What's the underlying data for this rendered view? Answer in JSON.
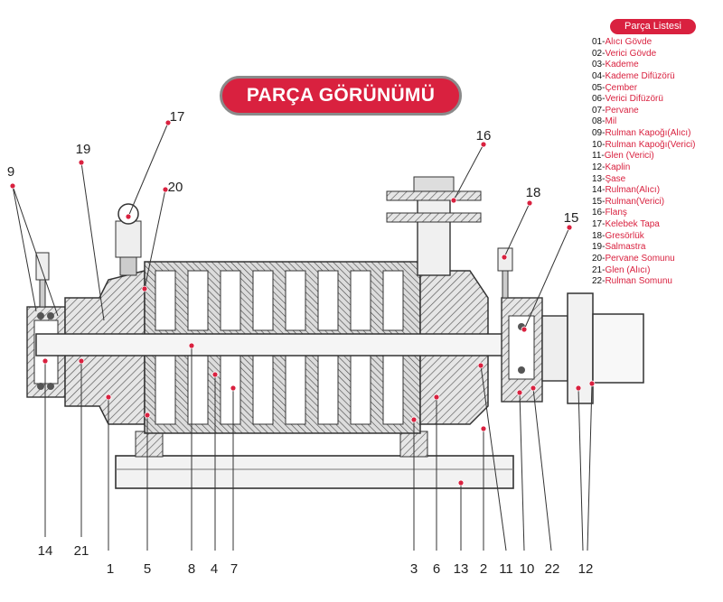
{
  "title": "PARÇA GÖRÜNÜMÜ",
  "legend": {
    "title": "Parça Listesi",
    "items": [
      {
        "num": "01-",
        "name": "Alıcı Gövde"
      },
      {
        "num": "02-",
        "name": "Verici Gövde"
      },
      {
        "num": "03-",
        "name": "Kademe"
      },
      {
        "num": "04-",
        "name": "Kademe Difüzörü"
      },
      {
        "num": "05-",
        "name": "Çember"
      },
      {
        "num": "06-",
        "name": "Verici Difüzörü"
      },
      {
        "num": "07-",
        "name": "Pervane"
      },
      {
        "num": "08-",
        "name": "Mil"
      },
      {
        "num": "09-",
        "name": "Rulman Kapoğı(Alıcı)"
      },
      {
        "num": "10-",
        "name": "Rulman Kapoğı(Verici)"
      },
      {
        "num": "11-",
        "name": "Glen (Verici)"
      },
      {
        "num": "12-",
        "name": "Kaplin"
      },
      {
        "num": "13-",
        "name": "Şase"
      },
      {
        "num": "14-",
        "name": "Rulman(Alıcı)"
      },
      {
        "num": "15-",
        "name": "Rulman(Verici)"
      },
      {
        "num": "16-",
        "name": "Flanş"
      },
      {
        "num": "17-",
        "name": "Kelebek Tapa"
      },
      {
        "num": "18-",
        "name": "Gresörlük"
      },
      {
        "num": "19-",
        "name": "Salmastra"
      },
      {
        "num": "20-",
        "name": "Pervane Somunu"
      },
      {
        "num": "21-",
        "name": "Glen (Alıcı)"
      },
      {
        "num": "22-",
        "name": "Rulman Somunu"
      }
    ]
  },
  "callouts": {
    "bottom": [
      "14",
      "21",
      "1",
      "5",
      "8",
      "4",
      "7",
      "3",
      "6",
      "13",
      "2",
      "11",
      "10",
      "22",
      "12"
    ],
    "top": [
      "9",
      "19",
      "17",
      "20",
      "16",
      "18",
      "15"
    ]
  },
  "colors": {
    "accent": "#d9213f",
    "line": "#333333",
    "hatch": "#555555"
  }
}
